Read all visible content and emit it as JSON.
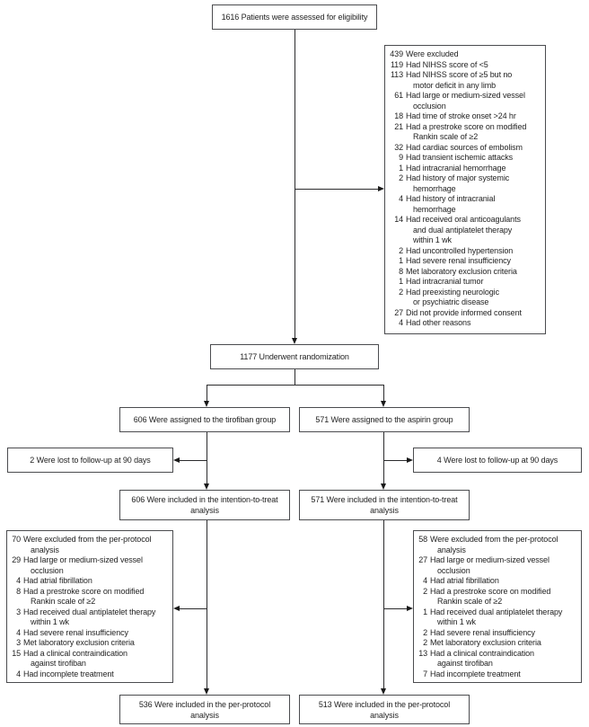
{
  "boxes": {
    "assessed": {
      "text": "1616 Patients were assessed for eligibility"
    },
    "randomized": {
      "text": "1177 Underwent randomization"
    },
    "tirofiban": {
      "text": "606 Were assigned to the tirofiban group"
    },
    "aspirin": {
      "text": "571 Were assigned to the aspirin group"
    },
    "lost_tirofiban": {
      "text": "2 Were lost to follow-up at 90 days"
    },
    "lost_aspirin": {
      "text": "4 Were lost to follow-up at 90 days"
    },
    "itt_tirofiban": {
      "text": "606 Were included in the intention-to-treat\nanalysis"
    },
    "itt_aspirin": {
      "text": "571 Were included in the intention-to-treat\nanalysis"
    },
    "pp_tirofiban": {
      "text": "536 Were included in the per-protocol\nanalysis"
    },
    "pp_aspirin": {
      "text": "513 Were included in the per-protocol\nanalysis"
    },
    "excluded": {
      "items": [
        {
          "n": "439",
          "t": "Were excluded"
        },
        {
          "n": "119",
          "t": "Had NIHSS score of <5"
        },
        {
          "n": "113",
          "t": "Had NIHSS score of ≥5 but no\nmotor deficit in any limb"
        },
        {
          "n": "61",
          "t": "Had large or medium-sized vessel\nocclusion"
        },
        {
          "n": "18",
          "t": "Had time of stroke onset >24 hr"
        },
        {
          "n": "21",
          "t": "Had a prestroke score on modified\nRankin scale of ≥2"
        },
        {
          "n": "32",
          "t": "Had cardiac sources of embolism"
        },
        {
          "n": "9",
          "t": "Had transient ischemic attacks"
        },
        {
          "n": "1",
          "t": "Had intracranial hemorrhage"
        },
        {
          "n": "2",
          "t": "Had history of major systemic\nhemorrhage"
        },
        {
          "n": "4",
          "t": "Had history of intracranial\nhemorrhage"
        },
        {
          "n": "14",
          "t": "Had received oral anticoagulants\nand dual antiplatelet therapy\nwithin 1 wk"
        },
        {
          "n": "2",
          "t": "Had uncontrolled hypertension"
        },
        {
          "n": "1",
          "t": "Had severe renal insufficiency"
        },
        {
          "n": "8",
          "t": "Met laboratory exclusion criteria"
        },
        {
          "n": "1",
          "t": "Had intracranial tumor"
        },
        {
          "n": "2",
          "t": "Had preexisting neurologic\nor psychiatric disease"
        },
        {
          "n": "27",
          "t": "Did not provide informed consent"
        },
        {
          "n": "4",
          "t": "Had other reasons"
        }
      ]
    },
    "pp_excluded_tirofiban": {
      "items": [
        {
          "n": "70",
          "t": "Were excluded from the per-protocol\nanalysis"
        },
        {
          "n": "29",
          "t": "Had large or medium-sized vessel\nocclusion"
        },
        {
          "n": "4",
          "t": "Had atrial fibrillation"
        },
        {
          "n": "8",
          "t": "Had a prestroke score on modified\nRankin scale of ≥2"
        },
        {
          "n": "3",
          "t": "Had received dual antiplatelet therapy\nwithin 1 wk"
        },
        {
          "n": "4",
          "t": "Had severe renal insufficiency"
        },
        {
          "n": "3",
          "t": "Met laboratory exclusion criteria"
        },
        {
          "n": "15",
          "t": "Had a clinical contraindication\nagainst tirofiban"
        },
        {
          "n": "4",
          "t": "Had incomplete treatment"
        }
      ]
    },
    "pp_excluded_aspirin": {
      "items": [
        {
          "n": "58",
          "t": "Were excluded from the per-protocol\nanalysis"
        },
        {
          "n": "27",
          "t": "Had large or medium-sized vessel\nocclusion"
        },
        {
          "n": "4",
          "t": "Had atrial fibrillation"
        },
        {
          "n": "2",
          "t": "Had a prestroke score on modified\nRankin scale of ≥2"
        },
        {
          "n": "1",
          "t": "Had received dual antiplatelet therapy\nwithin 1 wk"
        },
        {
          "n": "2",
          "t": "Had severe renal insufficiency"
        },
        {
          "n": "2",
          "t": "Met laboratory exclusion criteria"
        },
        {
          "n": "13",
          "t": "Had a clinical contraindication\nagainst tirofiban"
        },
        {
          "n": "7",
          "t": "Had incomplete treatment"
        }
      ]
    }
  },
  "colors": {
    "box_border": "#4b4c4f",
    "line": "#2b2b2d",
    "text": "#232323",
    "background": "#ffffff"
  }
}
